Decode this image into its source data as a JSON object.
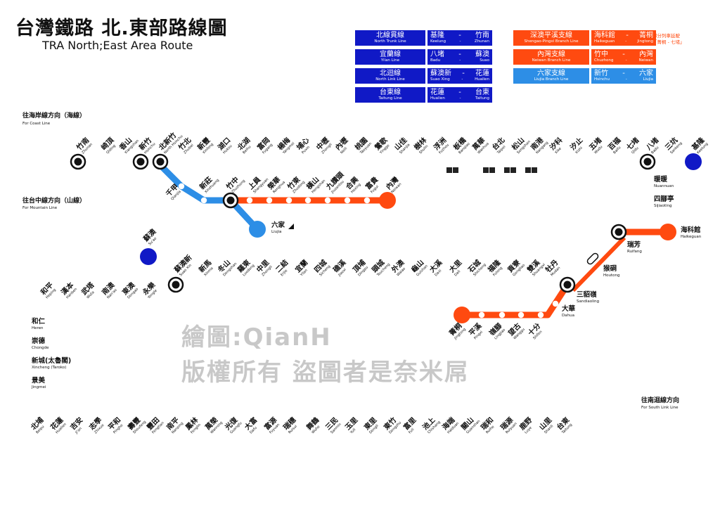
{
  "title": {
    "zh": "台灣鐵路 北.東部路線圖",
    "en": "TRA North;East Area Route"
  },
  "legend": [
    {
      "zh": "北線貫線",
      "en": "North Trunk Line",
      "from_zh": "基隆",
      "from_en": "Keelung",
      "to_zh": "竹南",
      "to_en": "Zhunan",
      "color": "blue"
    },
    {
      "zh": "宜蘭線",
      "en": "Yilan Line",
      "from_zh": "八堵",
      "from_en": "Badu",
      "to_zh": "蘇澳",
      "to_en": "Suao",
      "color": "blue"
    },
    {
      "zh": "北迴線",
      "en": "North Link Line",
      "from_zh": "蘇澳新",
      "from_en": "Suao Xing",
      "to_zh": "花蓮",
      "to_en": "Hualien",
      "color": "blue"
    },
    {
      "zh": "台東線",
      "en": "Taitung Line",
      "from_zh": "花蓮",
      "from_en": "Hualien",
      "to_zh": "台東",
      "to_en": "Taitung",
      "color": "blue"
    },
    {
      "zh": "深澳平溪支線",
      "en": "Shengao-Pingxi Branch Line",
      "from_zh": "海科館",
      "from_en": "Haikeguan",
      "to_zh": "菁桐",
      "to_en": "Jingtong",
      "color": "orange"
    },
    {
      "zh": "內灣支線",
      "en": "Neiwan Branch Line",
      "from_zh": "竹中",
      "from_en": "Chuzhong",
      "to_zh": "內灣",
      "to_en": "Neiwan",
      "color": "orange"
    },
    {
      "zh": "六家支線",
      "en": "Liujia Branch Line",
      "from_zh": "新竹",
      "from_en": "Hsinchu",
      "to_zh": "六家",
      "to_en": "Liujia",
      "color": "sky"
    }
  ],
  "legend_note": [
    "部分列車延駛",
    "「菁桐 - 七堵」"
  ],
  "colors": {
    "trunk": "#1019c6",
    "orange": "#ff4a10",
    "sky": "#2d8ee6",
    "text": "#111111"
  },
  "directions": {
    "coast": {
      "zh": "往海岸線方向（海線）",
      "en": "For Coast Line"
    },
    "mountain": {
      "zh": "往台中線方向（山線）",
      "en": "For Mountain Line"
    },
    "southlink": {
      "zh": "往南迴線方向",
      "en": "For South Link Line"
    }
  },
  "watermark": [
    "繪圖:QianH",
    "版權所有 盜圖者是奈米屌"
  ],
  "stations": {
    "trunk": [
      {
        "zh": "竹南",
        "en": "Zhunan"
      },
      {
        "zh": "崎頂",
        "en": "Qiding"
      },
      {
        "zh": "香山",
        "en": "Xiangshan"
      },
      {
        "zh": "新竹",
        "en": "Hsinchu"
      },
      {
        "zh": "北新竹",
        "en": "North Hsinchu"
      },
      {
        "zh": "竹北",
        "en": "Zhubei"
      },
      {
        "zh": "新豐",
        "en": "Xinfeng"
      },
      {
        "zh": "湖口",
        "en": "Hukou"
      },
      {
        "zh": "北湖",
        "en": "Beihu"
      },
      {
        "zh": "富岡",
        "en": "Fugang"
      },
      {
        "zh": "楊梅",
        "en": "Yangmei"
      },
      {
        "zh": "埔心",
        "en": "Puxin"
      },
      {
        "zh": "中壢",
        "en": "Zhongli"
      },
      {
        "zh": "內壢",
        "en": "Neili"
      },
      {
        "zh": "桃園",
        "en": "Taoyuan"
      },
      {
        "zh": "鶯歌",
        "en": "Yingge"
      },
      {
        "zh": "山佳",
        "en": "Shanjia"
      },
      {
        "zh": "樹林",
        "en": "Shulin"
      },
      {
        "zh": "浮洲",
        "en": "Fuzhou"
      },
      {
        "zh": "板橋",
        "en": "Banqiao"
      },
      {
        "zh": "萬華",
        "en": "Wanhua"
      },
      {
        "zh": "台北",
        "en": "Taipei"
      },
      {
        "zh": "松山",
        "en": "Songshan"
      },
      {
        "zh": "南港",
        "en": "Nangang"
      },
      {
        "zh": "汐科",
        "en": "Xike"
      },
      {
        "zh": "汐止",
        "en": "Xizhi"
      },
      {
        "zh": "五堵",
        "en": "Wudu"
      },
      {
        "zh": "百福",
        "en": "Baifu"
      },
      {
        "zh": "七堵",
        "en": "Qidu"
      },
      {
        "zh": "八堵",
        "en": "Badu"
      },
      {
        "zh": "三坑",
        "en": "Sankeng"
      },
      {
        "zh": "基隆",
        "en": "Keelung"
      }
    ],
    "liujia": [
      {
        "zh": "千甲",
        "en": "Qianjia"
      },
      {
        "zh": "新莊",
        "en": "Xinzhuang"
      },
      {
        "zh": "竹中",
        "en": "Zhuzhong"
      },
      {
        "zh": "六家",
        "en": "Liujia"
      }
    ],
    "neiwan": [
      {
        "zh": "上員",
        "en": "Shangyuan"
      },
      {
        "zh": "榮華",
        "en": "Ronghua"
      },
      {
        "zh": "竹東",
        "en": "Zhudong"
      },
      {
        "zh": "橫山",
        "en": "Hengshan"
      },
      {
        "zh": "九讚頭",
        "en": "Jiuzantou"
      },
      {
        "zh": "合興",
        "en": "Hexing"
      },
      {
        "zh": "富貴",
        "en": "Fugui"
      },
      {
        "zh": "內灣",
        "en": "Neiwan"
      }
    ],
    "yilan_upper": [
      {
        "zh": "暖暖",
        "en": "Nuannuan"
      },
      {
        "zh": "四腳亭",
        "en": "Sijiaoting"
      },
      {
        "zh": "瑞芳",
        "en": "Ruifang"
      },
      {
        "zh": "猴硐",
        "en": "Houtong"
      },
      {
        "zh": "三貂嶺",
        "en": "Sandiaoling"
      }
    ],
    "haike": {
      "zh": "海科館",
      "en": "Haikeguan"
    },
    "pingxi": [
      {
        "zh": "大華",
        "en": "Dahua"
      },
      {
        "zh": "十分",
        "en": "Shifen"
      },
      {
        "zh": "望古",
        "en": "Wanggu"
      },
      {
        "zh": "嶺腳",
        "en": "Lingjiao"
      },
      {
        "zh": "平溪",
        "en": "Pingxi"
      },
      {
        "zh": "菁桐",
        "en": "Jingtong"
      }
    ],
    "yilan_lower": [
      {
        "zh": "蘇澳新",
        "en": "Suao Xin"
      },
      {
        "zh": "新馬",
        "en": "Xinma"
      },
      {
        "zh": "冬山",
        "en": "Dongshan"
      },
      {
        "zh": "羅東",
        "en": "Luodong"
      },
      {
        "zh": "中里",
        "en": "Zhongli"
      },
      {
        "zh": "二結",
        "en": "Erjie"
      },
      {
        "zh": "宜蘭",
        "en": "Yilan"
      },
      {
        "zh": "四城",
        "en": "Sicheng"
      },
      {
        "zh": "礁溪",
        "en": "Jiaoxi"
      },
      {
        "zh": "頂埔",
        "en": "Dingpu"
      },
      {
        "zh": "頭城",
        "en": "Toucheng"
      },
      {
        "zh": "外澳",
        "en": "Waiao"
      },
      {
        "zh": "龜山",
        "en": "Guishan"
      },
      {
        "zh": "大溪",
        "en": "Daxi"
      },
      {
        "zh": "大里",
        "en": "Dali"
      },
      {
        "zh": "石城",
        "en": "Shicheng"
      },
      {
        "zh": "福隆",
        "en": "Fulong"
      },
      {
        "zh": "貢寮",
        "en": "Gongliao"
      },
      {
        "zh": "雙溪",
        "en": "Shuangxi"
      },
      {
        "zh": "牡丹",
        "en": "Mudan"
      }
    ],
    "suao": {
      "zh": "蘇澳",
      "en": "Su'ao"
    },
    "northlink": [
      {
        "zh": "永樂",
        "en": "Yongle"
      },
      {
        "zh": "東澳",
        "en": "Dongao"
      },
      {
        "zh": "南澳",
        "en": "Nan'ao"
      },
      {
        "zh": "武塔",
        "en": "Wuta"
      },
      {
        "zh": "漢本",
        "en": "Hanben"
      },
      {
        "zh": "和平",
        "en": "Heping"
      }
    ],
    "east_vertical": [
      {
        "zh": "和仁",
        "en": "Heren"
      },
      {
        "zh": "崇德",
        "en": "Chongde"
      },
      {
        "zh": "新城(太魯閣)",
        "en": "Xincheng (Taroko)"
      },
      {
        "zh": "景美",
        "en": "Jingmei"
      }
    ],
    "taitung": [
      {
        "zh": "北埔",
        "en": "Beipu"
      },
      {
        "zh": "花蓮",
        "en": "Hualien"
      },
      {
        "zh": "吉安",
        "en": "Ji'an"
      },
      {
        "zh": "志學",
        "en": "Zhixue"
      },
      {
        "zh": "平和",
        "en": "Pinghe"
      },
      {
        "zh": "壽豐",
        "en": "Shoufeng"
      },
      {
        "zh": "豐田",
        "en": "Fengtian"
      },
      {
        "zh": "南平",
        "en": "Nanping"
      },
      {
        "zh": "鳳林",
        "en": "Fenglin"
      },
      {
        "zh": "萬榮",
        "en": "Wanrong"
      },
      {
        "zh": "光復",
        "en": "Guangfu"
      },
      {
        "zh": "大富",
        "en": "Dafu"
      },
      {
        "zh": "富源",
        "en": "Fuyuan"
      },
      {
        "zh": "瑞穗",
        "en": "Ruisui"
      },
      {
        "zh": "舞鶴",
        "en": "Wuhe"
      },
      {
        "zh": "三民",
        "en": "Sanmin"
      },
      {
        "zh": "玉里",
        "en": "Yuli"
      },
      {
        "zh": "東里",
        "en": "Dongli"
      },
      {
        "zh": "東竹",
        "en": "Dongzhu"
      },
      {
        "zh": "富里",
        "en": "Fuli"
      },
      {
        "zh": "池上",
        "en": "Chishang"
      },
      {
        "zh": "海端",
        "en": "Haiduan"
      },
      {
        "zh": "關山",
        "en": "Guanshan"
      },
      {
        "zh": "瑞和",
        "en": "Ruihe"
      },
      {
        "zh": "瑞源",
        "en": "Ruiyuan"
      },
      {
        "zh": "鹿野",
        "en": "Luye"
      },
      {
        "zh": "山里",
        "en": "Shanli"
      },
      {
        "zh": "台東",
        "en": "Taitung"
      }
    ]
  }
}
